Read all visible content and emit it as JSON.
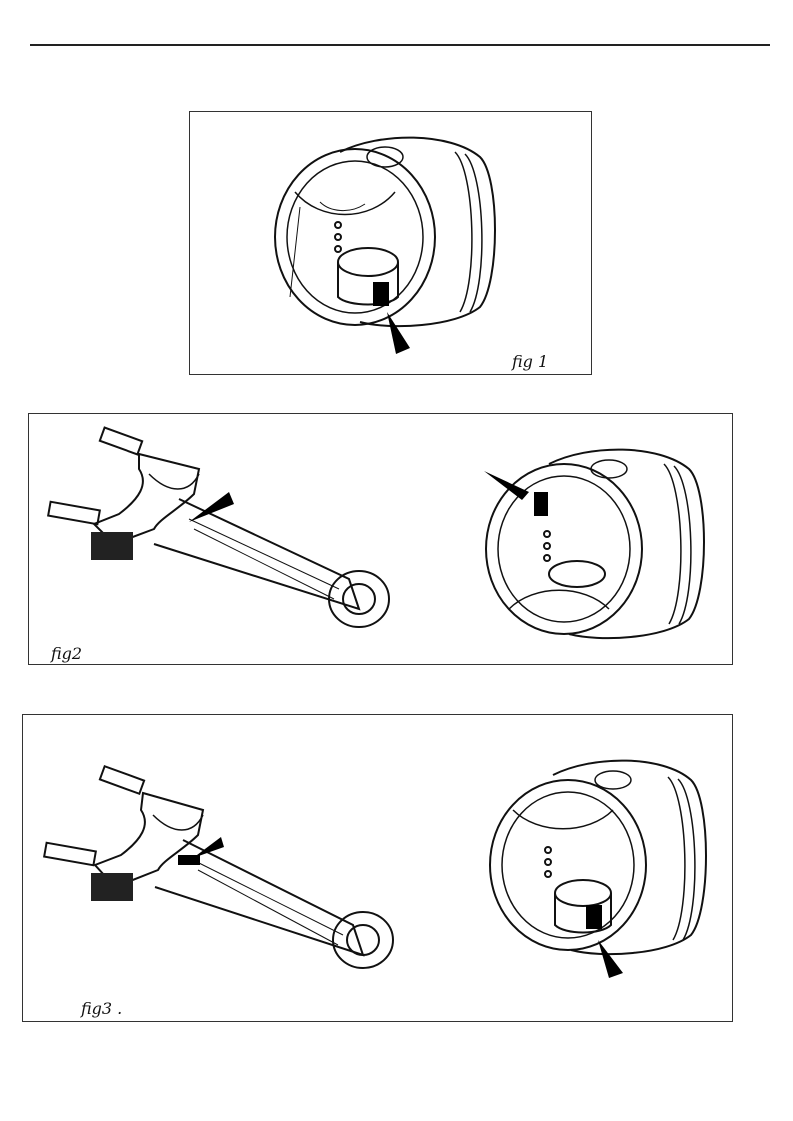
{
  "figures": [
    {
      "id": "fig1",
      "label": "fig 1",
      "illustrations": [
        "piston-with-arrow"
      ]
    },
    {
      "id": "fig2",
      "label": "fig2",
      "illustrations": [
        "connecting-rod-with-arrow",
        "piston-with-arrow"
      ]
    },
    {
      "id": "fig3",
      "label": "fig3 .",
      "illustrations": [
        "connecting-rod-with-arrow",
        "piston-with-arrow"
      ]
    }
  ],
  "colors": {
    "ink": "#111111",
    "paper": "#ffffff",
    "marker": "#000000"
  }
}
